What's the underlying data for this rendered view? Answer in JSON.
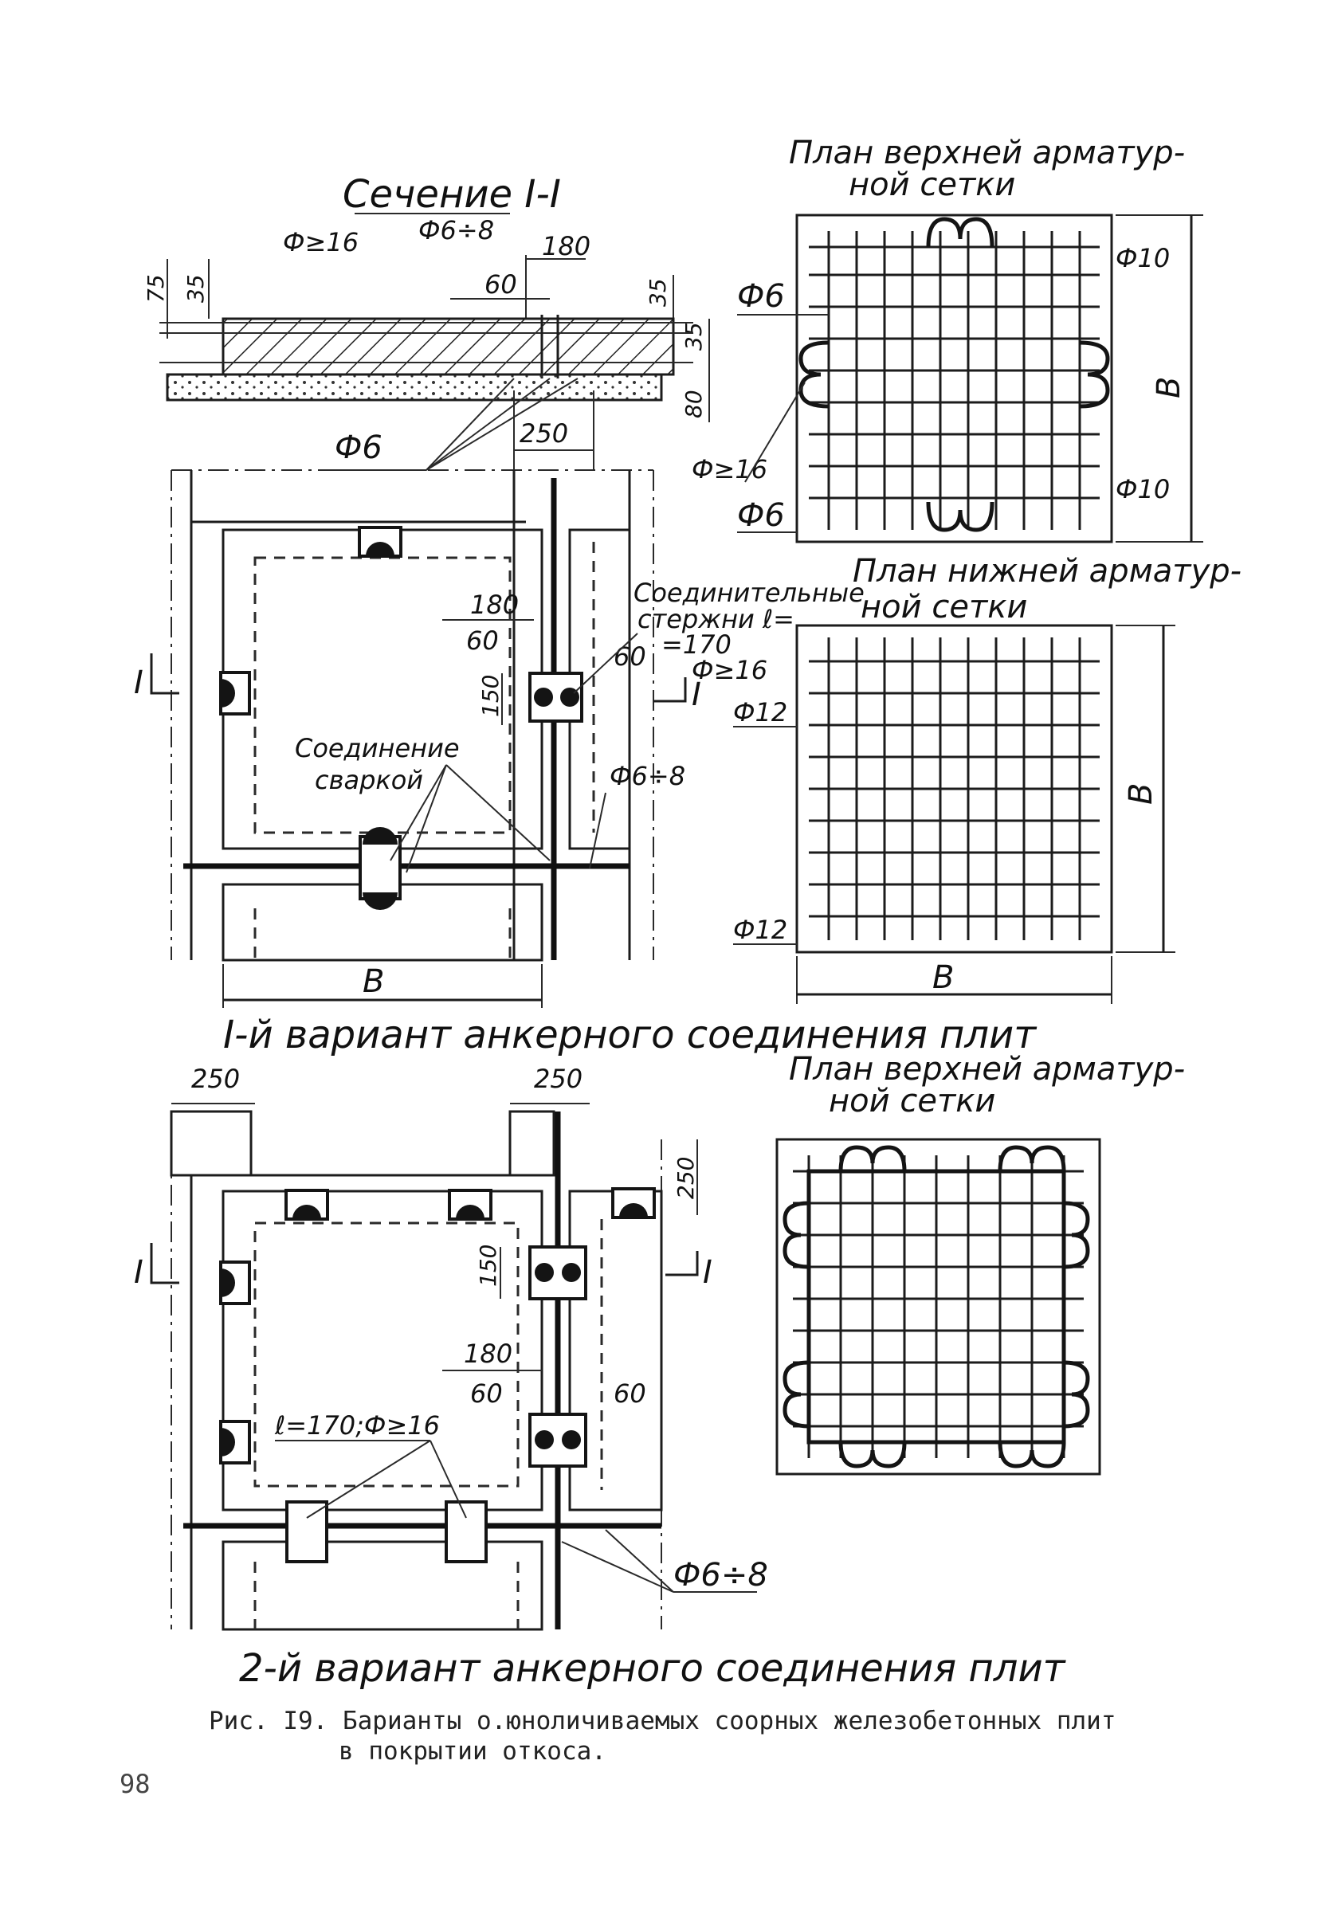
{
  "labels": {
    "section_title": "Сечение I-I",
    "phi16_top": "Ф≥16",
    "phi6_8_top": "Ф6÷8",
    "dim_180_top": "180",
    "dim_60_top": "60",
    "dim_75": "75",
    "dim_35_a": "35",
    "dim_35_b": "35",
    "dim_35_c": "35",
    "dim_80": "80",
    "phi6_section": "Ф6",
    "dim_250_v1": "250",
    "dim_180_v1": "180",
    "dim_60_v1a": "60",
    "dim_60_v1b": "60",
    "dim_150_v1": "150",
    "connecting_rods": "Соединительные",
    "rods_len": "стержни ℓ=",
    "rods_len_val": "=170",
    "rods_phi": "Ф≥16",
    "welded_joint_1": "Соединение",
    "welded_joint_2": "сваркой",
    "phi6_8_v1": "Ф6÷8",
    "dim_B_v1": "B",
    "section_mark_left": "I",
    "section_mark_right": "I",
    "variant1_title": "I-й вариант   анкерного   соединения   плит",
    "dim_250_v2a": "250",
    "dim_250_v2b": "250",
    "dim_250_v2c": "250",
    "dim_150_v2": "150",
    "dim_180_v2": "180",
    "dim_60_v2a": "60",
    "dim_60_v2b": "60",
    "rod_spec_v2": "ℓ=170;Ф≥16",
    "phi6_8_v2": "Ф6÷8",
    "section_mark_left_v2": "I",
    "section_mark_right_v2": "I",
    "variant2_title": "2-й вариант   анкерного   соединения   плит",
    "plan_upper_1a": "План верхней арматур-",
    "plan_upper_1b": "ной сетки",
    "phi10_a": "Ф10",
    "phi10_b": "Ф10",
    "phi6_plan_a": "Ф6",
    "phi16_plan": "Ф≥16",
    "phi6_plan_b": "Ф6",
    "dim_B_plan1": "B",
    "plan_lower_a": "План нижней арматур-",
    "plan_lower_b": "ной сетки",
    "phi12_a": "Ф12",
    "phi12_b": "Ф12",
    "dim_B_plan2_v": "B",
    "dim_B_plan2_h": "B",
    "plan_upper_2a": "План верхней арматур-",
    "plan_upper_2b": "ной сетки"
  },
  "caption": {
    "line1": "Рис. I9. Барианты о.юноличиваемых соорных железобетонных плит",
    "line2": "в покрытии откоса."
  },
  "page_number": "98"
}
